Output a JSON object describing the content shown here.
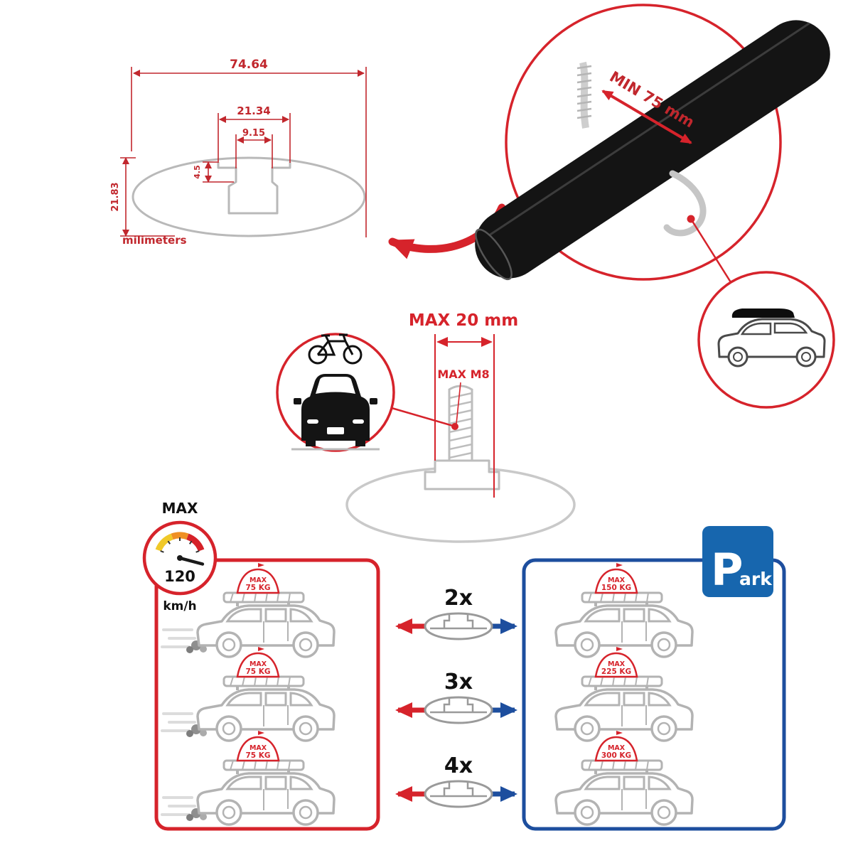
{
  "colors": {
    "dim_red": "#c1272d",
    "accent_red": "#d6232b",
    "accent_blue": "#1d4e9e",
    "sign_blue": "#1766ae",
    "drawing_gray": "#b9b9b9"
  },
  "cross_section": {
    "total_width": "74.64",
    "slot_outer_width": "21.34",
    "slot_inner_width": "9.15",
    "lip_depth": "4.5",
    "total_height": "21.83",
    "units": "milimeters"
  },
  "clamp_detail": {
    "min_span": "MIN 75 mm"
  },
  "bolt_detail": {
    "max_length": "MAX 20 mm",
    "max_thread": "MAX M8"
  },
  "speed_limit": {
    "label": "MAX",
    "value": "120",
    "unit": "km/h"
  },
  "park_sign": {
    "letter": "P",
    "suffix": "ark"
  },
  "load_table": {
    "rows": [
      {
        "multiplier": "2x",
        "per_bar": {
          "line1": "MAX",
          "line2": "75 KG"
        },
        "total": {
          "line1": "MAX",
          "line2": "150 KG"
        }
      },
      {
        "multiplier": "3x",
        "per_bar": {
          "line1": "MAX",
          "line2": "75 KG"
        },
        "total": {
          "line1": "MAX",
          "line2": "225 KG"
        }
      },
      {
        "multiplier": "4x",
        "per_bar": {
          "line1": "MAX",
          "line2": "75 KG"
        },
        "total": {
          "line1": "MAX",
          "line2": "300 KG"
        }
      }
    ]
  }
}
